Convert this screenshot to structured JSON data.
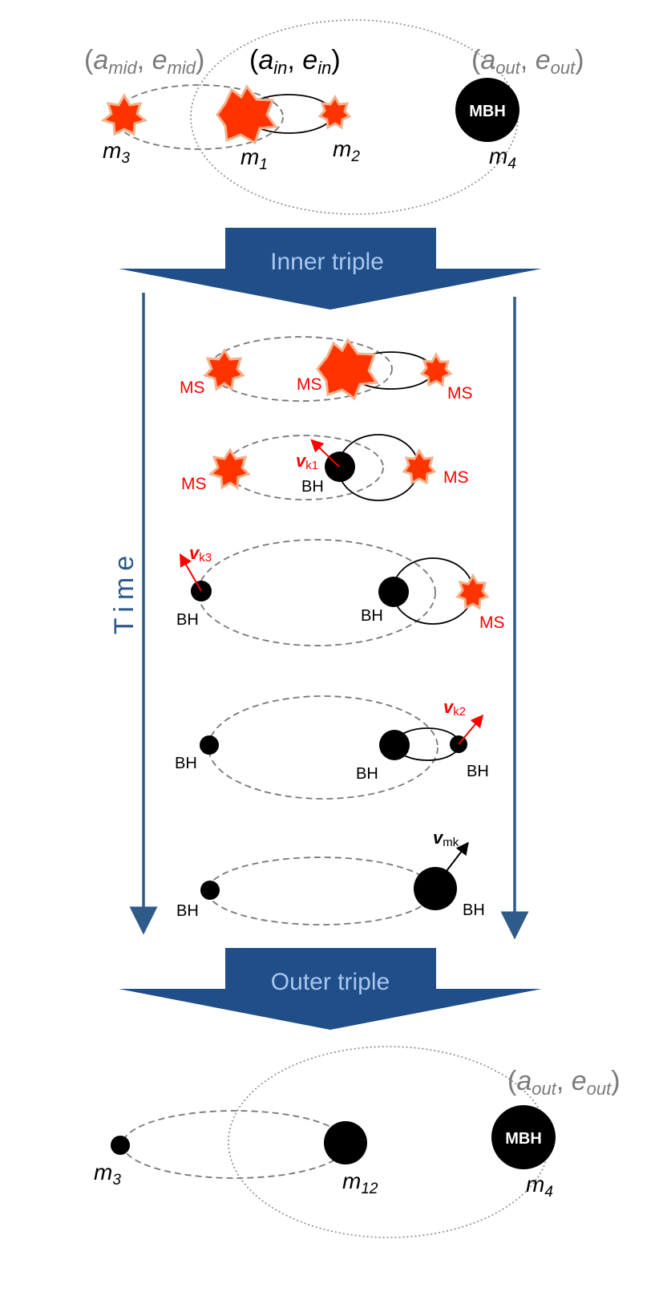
{
  "colors": {
    "star_fill": "#ff3300",
    "star_stroke": "#f5b08a",
    "banner": "#1f4e89",
    "banner_text": "#a9c6ee",
    "time_axis": "#2f5b8a",
    "kick": "#ff0000",
    "orbit_gray": "#777777"
  },
  "top": {
    "mid_open": "(",
    "mid_a": "a",
    "mid_a_sub": "mid",
    "mid_comma": ", ",
    "mid_e": "e",
    "mid_e_sub": "mid",
    "mid_close": ")",
    "in_open": "(",
    "in_a": "a",
    "in_a_sub": "in",
    "in_comma": ", ",
    "in_e": "e",
    "in_e_sub": "in",
    "in_close": ")",
    "out_open": "(",
    "out_a": "a",
    "out_a_sub": "out",
    "out_comma": ", ",
    "out_e": "e",
    "out_e_sub": "out",
    "out_close": ")",
    "m3": "m",
    "m3_sub": "3",
    "m1": "m",
    "m1_sub": "1",
    "m2": "m",
    "m2_sub": "2",
    "m4": "m",
    "m4_sub": "4",
    "mbh": "MBH"
  },
  "banners": {
    "inner": "Inner triple",
    "outer": "Outer triple"
  },
  "time": "Time",
  "stages": {
    "s1": {
      "ms_left": "MS",
      "ms_mid": "MS",
      "ms_right": "MS"
    },
    "s2": {
      "ms_left": "MS",
      "bh": "BH",
      "ms_right": "MS",
      "kick_v": "v",
      "kick_sub": "k1"
    },
    "s3": {
      "bh_left": "BH",
      "bh_mid": "BH",
      "ms_right": "MS",
      "kick_v": "v",
      "kick_sub": "k3"
    },
    "s4": {
      "bh_left": "BH",
      "bh_mid": "BH",
      "bh_right": "BH",
      "kick_v": "v",
      "kick_sub": "k2"
    },
    "s5": {
      "bh_left": "BH",
      "bh_right": "BH",
      "kick_v": "v",
      "kick_sub": "mk"
    }
  },
  "bottom": {
    "out_open": "(",
    "out_a": "a",
    "out_a_sub": "out",
    "out_comma": ", ",
    "out_e": "e",
    "out_e_sub": "out",
    "out_close": ")",
    "m3": "m",
    "m3_sub": "3",
    "m12": "m",
    "m12_sub": "12",
    "m4": "m",
    "m4_sub": "4",
    "mbh": "MBH"
  }
}
